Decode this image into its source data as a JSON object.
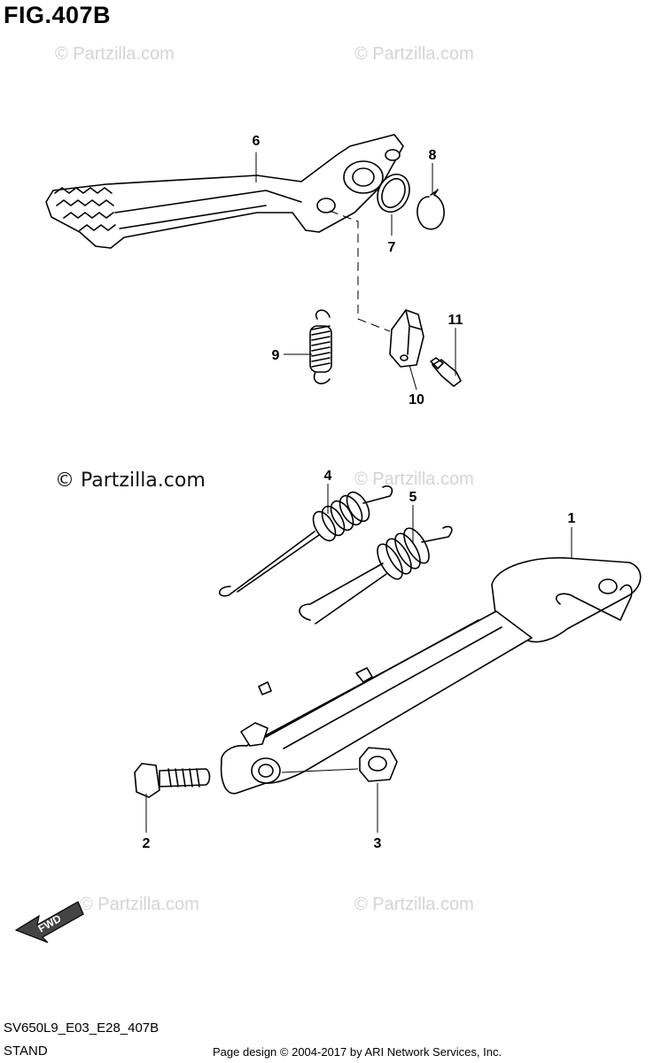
{
  "figure_title": "FIG.407B",
  "watermarks": [
    "© Partzilla.com",
    "© Partzilla.com",
    "© Partzilla.com",
    "© Partzilla.com",
    "© Partzilla.com",
    "© Partzilla.com"
  ],
  "callouts": {
    "c1": "1",
    "c2": "2",
    "c3": "3",
    "c4": "4",
    "c5": "5",
    "c6": "6",
    "c7": "7",
    "c8": "8",
    "c9": "9",
    "c10": "10",
    "c11": "11"
  },
  "fwd_label": "FWD",
  "diagram_code": "SV650L9_E03_E28_407B",
  "section_name": "STAND",
  "credit": "Page design © 2004-2017 by ARI Network Services, Inc."
}
